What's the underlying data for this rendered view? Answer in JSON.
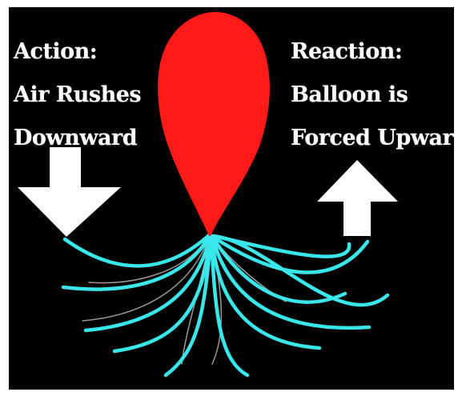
{
  "action": {
    "lines": [
      "Action:",
      "Air Rushes",
      "Downward"
    ]
  },
  "reaction": {
    "lines": [
      "Reaction:",
      "Balloon is",
      "Forced Upward"
    ]
  },
  "colors": {
    "background": "#000000",
    "balloon": "#ff1a1a",
    "air_streams": "#39e6ea",
    "thin_streams": "#9a9a9a",
    "arrows": "#ffffff",
    "text": "#ffffff"
  },
  "icons": {
    "action_arrow": "arrow-down-icon",
    "reaction_arrow": "arrow-up-icon"
  }
}
